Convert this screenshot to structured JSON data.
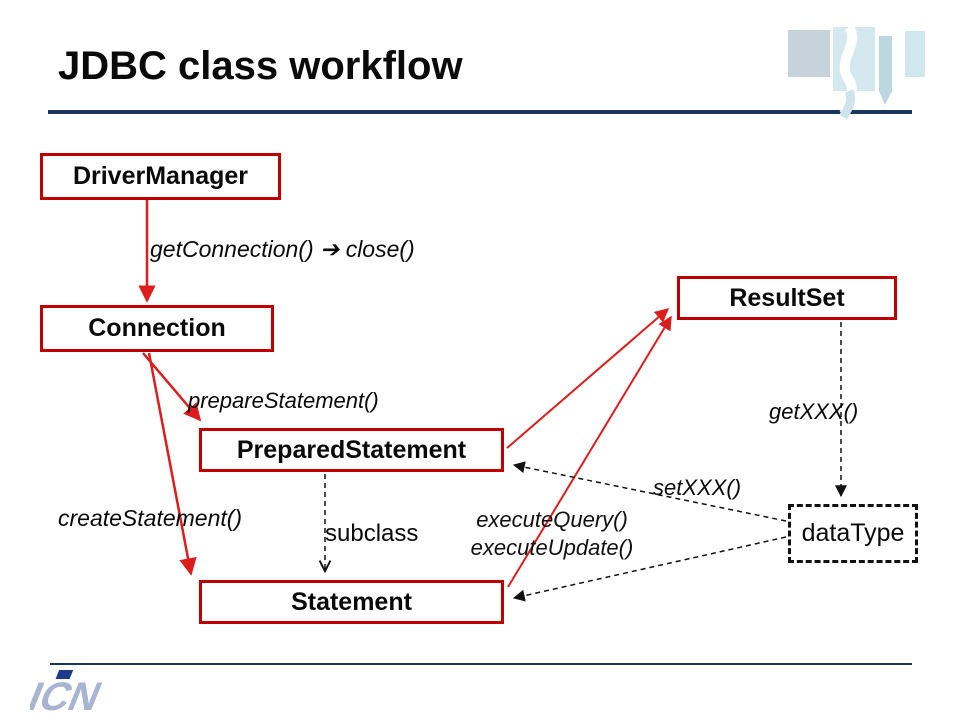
{
  "slide": {
    "title": "JDBC class workflow",
    "accent_color": "#17375e",
    "box_border_color": "#c00000",
    "arrow_color": "#dd1c1c"
  },
  "nodes": {
    "driver_manager": "DriverManager",
    "connection": "Connection",
    "prepared_statement": "PreparedStatement",
    "statement": "Statement",
    "result_set": "ResultSet",
    "data_type": "dataType"
  },
  "edge_labels": {
    "get_connection": "getConnection() ➔ close()",
    "prepare_statement": "prepareStatement()",
    "create_statement": "createStatement()",
    "subclass": "subclass",
    "execute_query": "executeQuery()",
    "execute_update": "executeUpdate()",
    "set_xxx": "setXXX()",
    "get_xxx": "getXXX()"
  },
  "footer": {
    "logo_text": "ICN"
  }
}
